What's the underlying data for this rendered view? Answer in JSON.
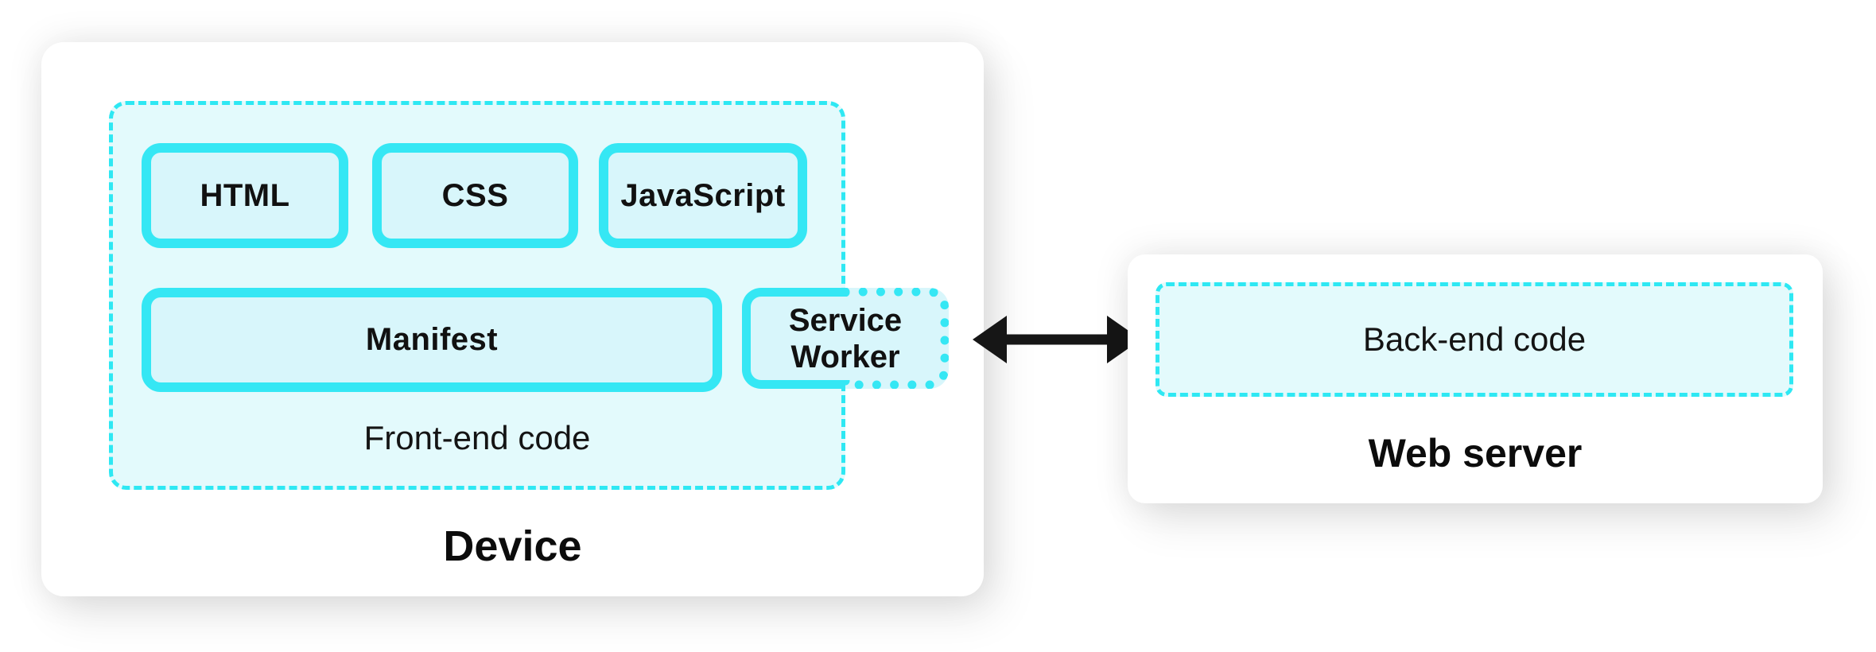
{
  "colors": {
    "accent_cyan": "#35E7F4",
    "dashed_border_cyan": "#2EE8F3",
    "container_fill": "#E3FAFC",
    "box_fill": "#D8F6FB",
    "card_background": "#FFFFFF",
    "text": "#111111",
    "arrow": "#161616"
  },
  "device": {
    "title": "Device",
    "frontend": {
      "caption": "Front-end code",
      "boxes": {
        "html": "HTML",
        "css": "CSS",
        "javascript": "JavaScript",
        "manifest": "Manifest",
        "service_worker_line1": "Service",
        "service_worker_line2": "Worker"
      }
    }
  },
  "connection": {
    "arrow": "bidirectional"
  },
  "server": {
    "title": "Web server",
    "backend": {
      "caption": "Back-end code"
    }
  }
}
